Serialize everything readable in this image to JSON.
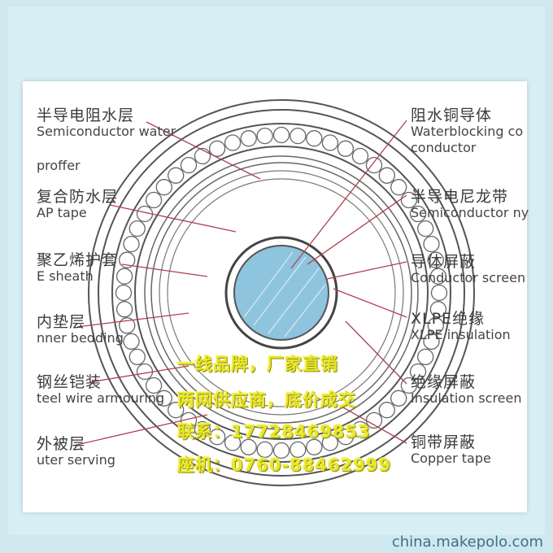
{
  "labels_left": [
    {
      "zh": "半导电阻水层",
      "en": "Semiconductor water"
    },
    {
      "zh": "",
      "en": "proffer"
    },
    {
      "zh": "复合防水层",
      "en": "AP tape"
    },
    {
      "zh": "聚乙烯护套",
      "en": "E sheath"
    },
    {
      "zh": "内垫层",
      "en": "nner bedding"
    },
    {
      "zh": "钢丝铠装",
      "en": "teel wire armouring"
    },
    {
      "zh": "外被层",
      "en": "uter serving"
    }
  ],
  "labels_right": [
    {
      "zh": "阻水铜导体",
      "en": "Waterblocking co",
      "en2": "conductor"
    },
    {
      "zh": "半导电尼龙带",
      "en": "Semiconductor ny"
    },
    {
      "zh": "导体屏蔽",
      "en": "Conductor screen"
    },
    {
      "zh": "XLPE绝缘",
      "en": "XLPE insulation"
    },
    {
      "zh": "绝缘屏蔽",
      "en": "Insulation screen"
    },
    {
      "zh": "铜带屏蔽",
      "en": "Copper tape"
    }
  ],
  "promo": [
    "一线品牌，厂家直销",
    "两网供应商，底价成交",
    "联系：17728469853",
    "座机：0760-88462999"
  ],
  "watermark": "china.makepolo.com",
  "colors": {
    "leader": "#b04050",
    "conductor": "#8fc4de",
    "promo": "#e8e62a"
  }
}
